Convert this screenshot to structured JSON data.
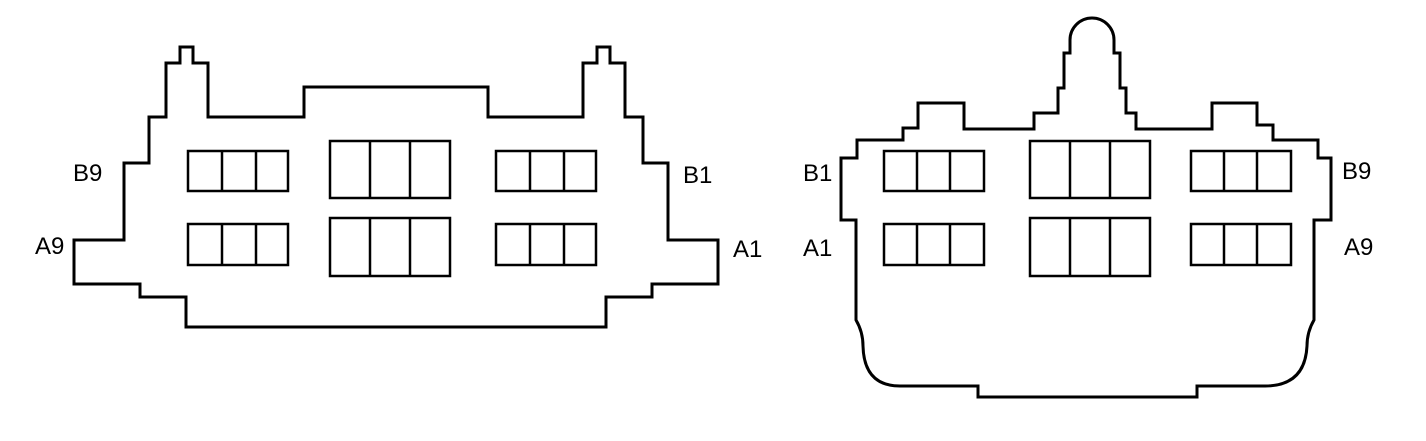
{
  "connector_left": {
    "labels": {
      "top_left": "B9",
      "bottom_left": "A9",
      "top_right": "B1",
      "bottom_right": "A1"
    }
  },
  "connector_right": {
    "labels": {
      "top_left": "B1",
      "bottom_left": "A1",
      "top_right": "B9",
      "bottom_right": "A9"
    }
  },
  "colors": {
    "stroke": "#000000",
    "background": "#ffffff"
  }
}
